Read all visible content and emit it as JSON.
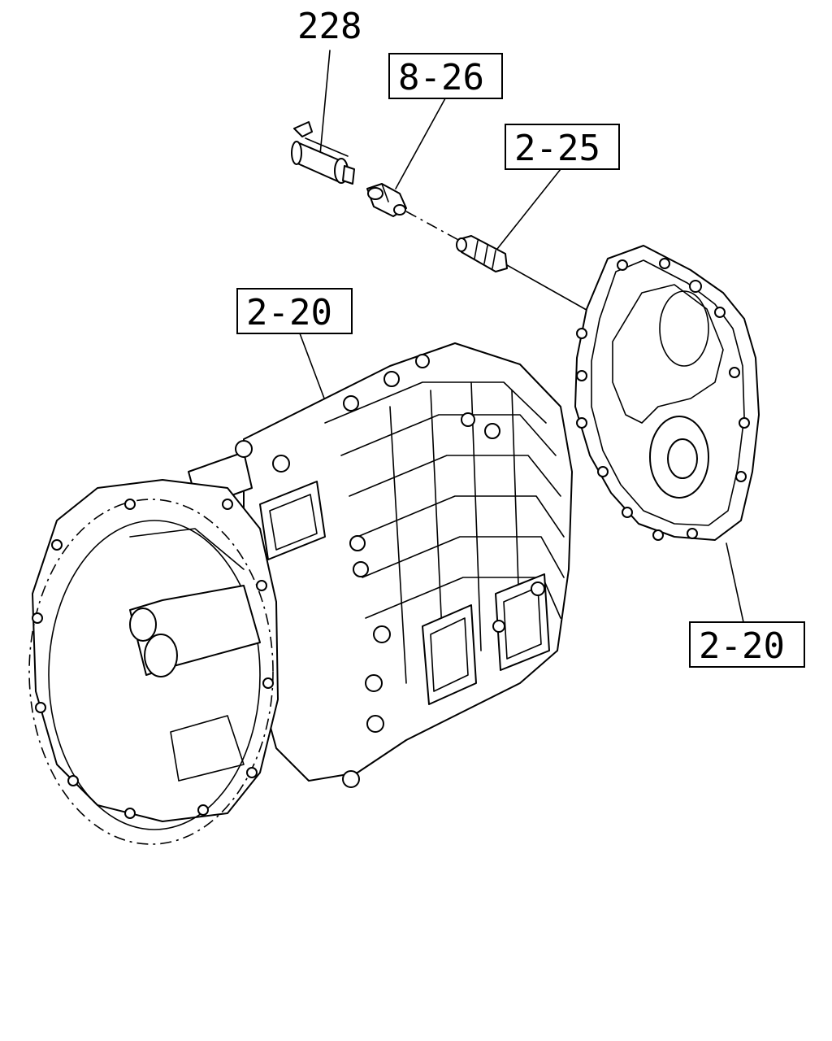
{
  "diagram": {
    "callouts": [
      {
        "id": "c-228",
        "text": "228",
        "boxed": false
      },
      {
        "id": "c-8-26",
        "text": "8-26",
        "boxed": true
      },
      {
        "id": "c-2-25",
        "text": "2-25",
        "boxed": true
      },
      {
        "id": "c-2-20-left",
        "text": "2-20",
        "boxed": true
      },
      {
        "id": "c-2-20-right",
        "text": "2-20",
        "boxed": true
      }
    ]
  }
}
